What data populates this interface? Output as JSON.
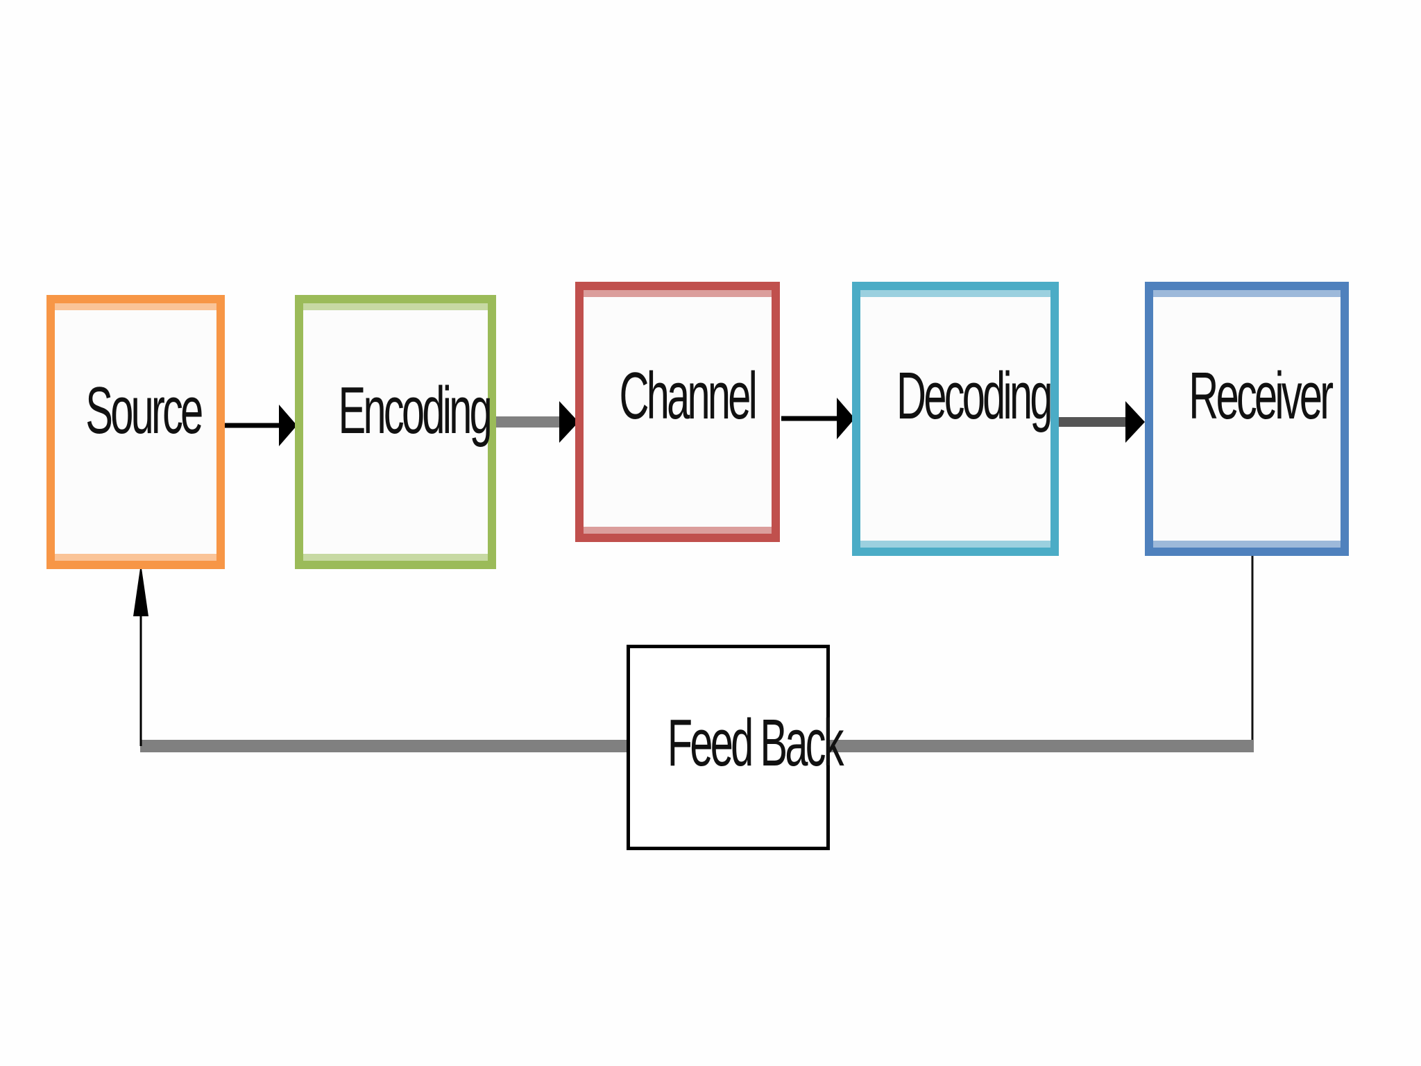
{
  "diagram": {
    "nodes": [
      {
        "id": "source",
        "label": "Source",
        "color": "#F79646"
      },
      {
        "id": "encoding",
        "label": "Encoding",
        "color": "#9BBB59"
      },
      {
        "id": "channel",
        "label": "Channel",
        "color": "#C0504D"
      },
      {
        "id": "decoding",
        "label": "Decoding",
        "color": "#4BACC6"
      },
      {
        "id": "receiver",
        "label": "Receiver",
        "color": "#4F81BD"
      },
      {
        "id": "feedback",
        "label": "Feed Back",
        "color": "#000000"
      }
    ],
    "edges": [
      {
        "from": "source",
        "to": "encoding"
      },
      {
        "from": "encoding",
        "to": "channel"
      },
      {
        "from": "channel",
        "to": "decoding"
      },
      {
        "from": "decoding",
        "to": "receiver"
      },
      {
        "from": "receiver",
        "to": "feedback"
      },
      {
        "from": "feedback",
        "to": "source"
      }
    ]
  }
}
